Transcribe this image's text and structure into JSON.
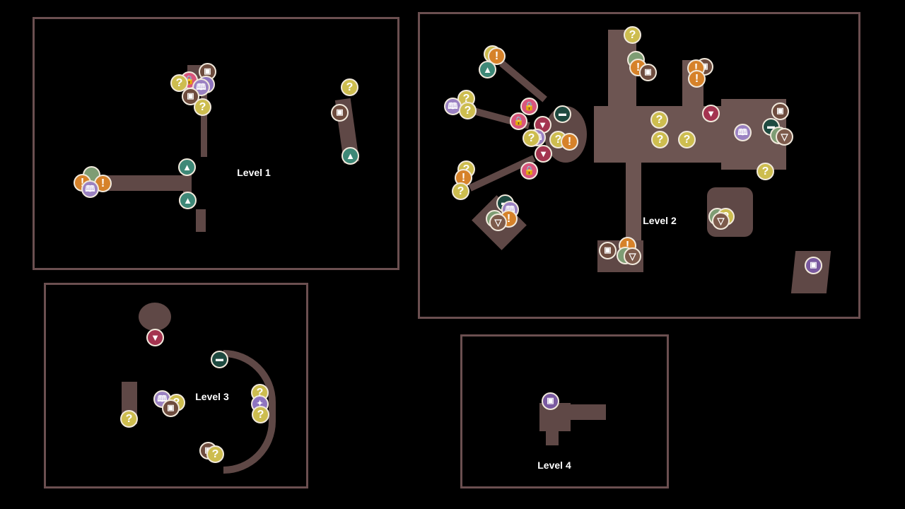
{
  "levels": [
    {
      "label": "Level 1"
    },
    {
      "label": "Level 2"
    },
    {
      "label": "Level 3"
    },
    {
      "label": "Level 4"
    }
  ],
  "marker_types": {
    "q": "quest-marker-icon",
    "x": "exclamation-marker-icon",
    "c": "chest-icon",
    "b": "book-icon",
    "k": "lock-icon",
    "v": "shield-marker-icon",
    "s": "sign-icon",
    "w": "waypoint-icon",
    "h": "helmet-icon"
  },
  "colors": {
    "panel_border": "#6b4f50",
    "floor": "#5f4846",
    "quest": "#cdbd4f",
    "exclamation": "#d6822a"
  }
}
